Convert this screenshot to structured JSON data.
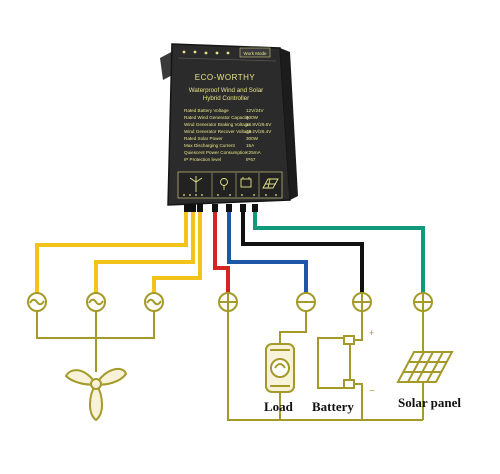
{
  "controller": {
    "brand": "ECO-WORTHY",
    "product_line1": "Waterproof Wind and Solar",
    "product_line2": "Hybrid Controller",
    "mode_badge": "Work Mode",
    "specs": [
      {
        "label": "Rated Battery Voltage",
        "value": "12V/24V"
      },
      {
        "label": "Rated Wind Generator Capacity",
        "value": "400W"
      },
      {
        "label": "Wind Generator Braking Voltage",
        "value": "14.8V/29.6V"
      },
      {
        "label": "Wind Generator Recover Voltage",
        "value": "13.2V/26.4V"
      },
      {
        "label": "Rated Solar Power",
        "value": "300W"
      },
      {
        "label": "Max Discharging Current",
        "value": "15A"
      },
      {
        "label": "Quiescent Power Consumption",
        "value": "<25mA"
      },
      {
        "label": "IP Protection level",
        "value": "IP67"
      }
    ]
  },
  "labels": {
    "load": "Load",
    "battery": "Battery",
    "solar": "Solar panel"
  },
  "colors": {
    "yellow": "#f2c31a",
    "red": "#d62424",
    "blue": "#1f56a8",
    "black": "#111111",
    "green": "#109a7a",
    "olive": "#a49a2a",
    "case": "#2a2a2a"
  },
  "icons": [
    "wind-turbine-icon",
    "bulb-icon",
    "battery-icon",
    "solar-panel-icon",
    "ac-terminal-icon",
    "dc-terminal-icon"
  ]
}
